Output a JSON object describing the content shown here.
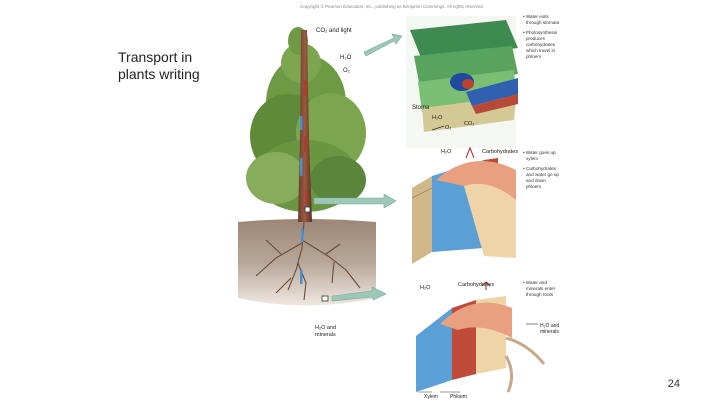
{
  "slide": {
    "title": "Transport in plants writing",
    "copyright": "Copyright © Pearson Education, Inc., publishing as Benjamin Cummings. All rights reserved.",
    "page_number": "24"
  },
  "figure": {
    "tree_labels": {
      "co2_light": "CO₂ and light",
      "h2o": "H₂O",
      "o2": "O₂",
      "h2o_minerals_1": "H₂O and",
      "h2o_minerals_2": "minerals"
    },
    "leaf_panel": {
      "stoma": "Stoma",
      "h2o": "H₂O",
      "o2": "O₂",
      "co2": "CO₂",
      "bullets": [
        [
          "• Water exits",
          "through stomata"
        ],
        [
          "• Photosynthesis",
          "produces",
          "carbohydrates",
          "which travel in",
          "phloem"
        ]
      ]
    },
    "stem_panel": {
      "h2o": "H₂O",
      "carbohydrates": "Carbohydrates",
      "bullets": [
        [
          "• Water goes up",
          "xylem"
        ],
        [
          "• Carbohydrates",
          "and water go up",
          "and down",
          "phloem"
        ]
      ]
    },
    "root_panel": {
      "h2o": "H₂O",
      "carbohydrates": "Carbohydrates",
      "h2o_minerals_1": "H₂O and",
      "h2o_minerals_2": "minerals",
      "xylem": "Xylem",
      "phloem": "Phloem",
      "bullets": [
        [
          "• Water and",
          "minerals enter",
          "through roots"
        ]
      ]
    }
  },
  "colors": {
    "xylem": "#5aa0d8",
    "phloem": "#c0503c",
    "foliage": "#6f9a45",
    "soil": "#8a7565",
    "arrow": "#9cc8b8"
  }
}
